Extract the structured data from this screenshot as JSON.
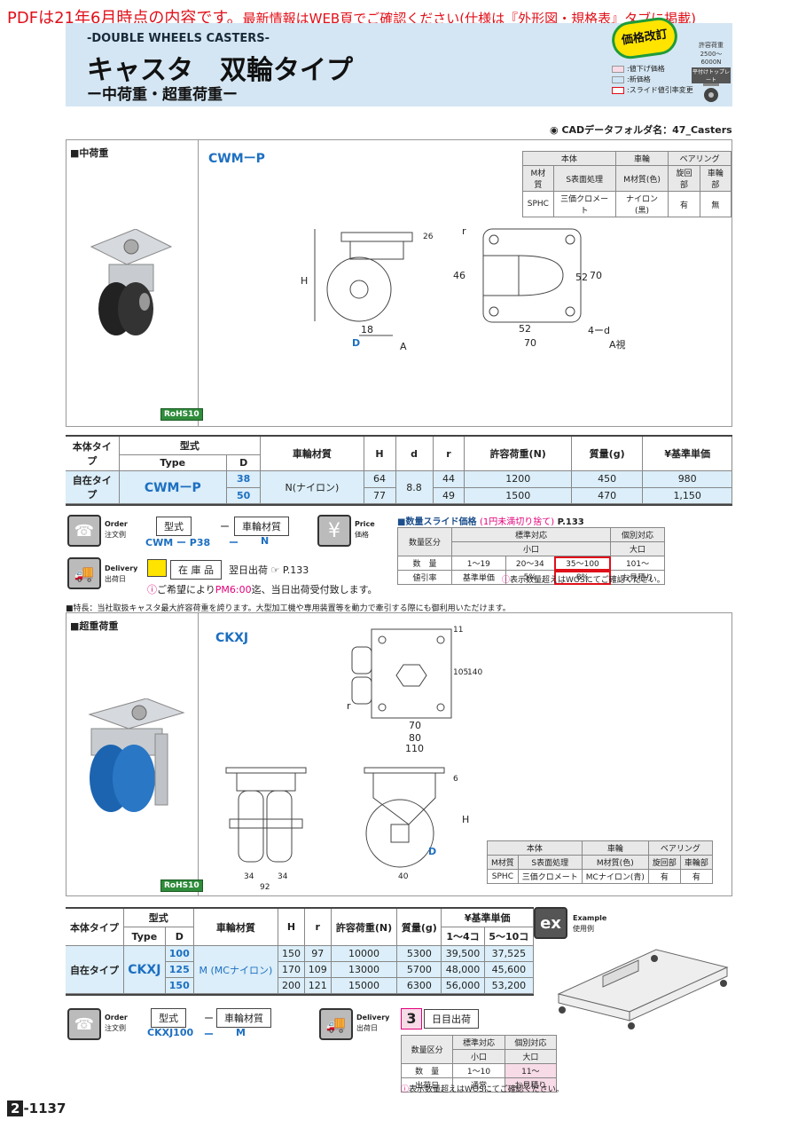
{
  "top_note": {
    "main": "PDFは21年6月時点の内容です。",
    "rest": "最新情報はWEB頁でご確認ください(仕様は『外形図・規格表』タブに掲載)"
  },
  "header": {
    "en": "-DOUBLE WHEELS CASTERS-",
    "jp": "キャスタ　双輪タイプ",
    "sub": "ー中荷重・超重荷重ー"
  },
  "badge": "価格改訂",
  "legend": [
    {
      "label": ":値下げ価格",
      "color": "#f7dbe6"
    },
    {
      "label": ":新価格",
      "color": "#cfe6f6"
    },
    {
      "label": ":スライド値引率変更",
      "color": "#ffffff"
    }
  ],
  "thumb": {
    "l1": "許容荷重",
    "l2": "2500〜",
    "l3": "6000N",
    "pill": "平付けトップレート"
  },
  "cad": "CADデータフォルダ名：47_Casters",
  "s1": {
    "label": "■中荷重",
    "model": "CWMーP",
    "rohs": "RoHS10",
    "spec_head": [
      "本体",
      "車輪",
      "ベアリング"
    ],
    "spec_sub": [
      "M材質",
      "S表面処理",
      "M材質(色)",
      "旋回部",
      "車輪部"
    ],
    "spec_row": [
      "SPHC",
      "三価クロメート",
      "ナイロン(黒)",
      "有",
      "無"
    ],
    "dims": {
      "h": "H",
      "d": "D",
      "d18": "18",
      "a": "A",
      "d26": "26",
      "d46": "46",
      "d52v": "52",
      "d70v": "70",
      "d52h": "52",
      "d70h": "70",
      "r": "r",
      "holes": "4ーd",
      "view": "A視"
    },
    "table_head": [
      "本体タイプ",
      "型式",
      "Type",
      "D",
      "車輪材質",
      "H",
      "d",
      "r",
      "許容荷重(N)",
      "質量(g)",
      "¥基準単価"
    ],
    "type_label": "自在タイプ",
    "type_code": "CWMーP",
    "material": "N(ナイロン)",
    "d_common": "8.8",
    "rows": [
      {
        "D": "38",
        "H": "64",
        "r": "44",
        "load": "1200",
        "mass": "450",
        "price": "980"
      },
      {
        "D": "50",
        "H": "77",
        "r": "49",
        "load": "1500",
        "mass": "470",
        "price": "1,150"
      }
    ]
  },
  "order1": {
    "label": "Order",
    "label_jp": "注文例",
    "h1": "型式",
    "dash": "ー",
    "h2": "車輪材質",
    "v1": "CWM ー P38",
    "dash2": "ー",
    "v2": "N"
  },
  "price1": {
    "label": "Price",
    "label_jp": "価格",
    "title": "■数量スライド価格",
    "note": "(1円未満切り捨て)",
    "page": "P.133",
    "head_a": "数量区分",
    "head_b": "標準対応",
    "head_b2": "小口",
    "head_c": "個別対応",
    "head_c2": "大口",
    "row1_label": "数　量",
    "row1": [
      "1〜19",
      "20〜34",
      "35〜100",
      "101〜"
    ],
    "row2_label": "値引率",
    "row2": [
      "基準単価",
      "5%",
      "8%",
      "お見積り"
    ],
    "foot": "表示数量超えはWOSにてご確認ください。"
  },
  "delivery1": {
    "label": "Delivery",
    "label_jp": "出荷日",
    "stock": "在 庫 品",
    "text": "翌日出荷",
    "page": "P.133",
    "pm_a": "ご希望により",
    "pm_b": "PM6:00",
    "pm_c": "迄、当日出荷受付致します。"
  },
  "feature": "■特長：当社取扱キャスタ最大許容荷重を誇ります。大型加工機や専用装置等を動力で牽引する際にも御利用いただけます。",
  "s2": {
    "label": "■超重荷重",
    "model": "CKXJ",
    "rohs": "RoHS10",
    "dims": {
      "d11": "11",
      "d105": "105",
      "d140": "140",
      "d70": "70",
      "d80": "80",
      "d110": "110",
      "r": "r",
      "d6": "6",
      "h": "H",
      "d40": "40",
      "d34a": "34",
      "d34b": "34",
      "d92": "92",
      "d": "D"
    },
    "spec_head": [
      "本体",
      "車輪",
      "ベアリング"
    ],
    "spec_sub": [
      "M材質",
      "S表面処理",
      "M材質(色)",
      "旋回部",
      "車輪部"
    ],
    "spec_row": [
      "SPHC",
      "三価クロメート",
      "MCナイロン(青)",
      "有",
      "有"
    ],
    "table_head": [
      "本体タイプ",
      "型式",
      "Type",
      "D",
      "車輪材質",
      "H",
      "r",
      "許容荷重(N)",
      "質量(g)",
      "¥基準単価",
      "1〜4コ",
      "5〜10コ"
    ],
    "type_label": "自在タイプ",
    "type_code": "CKXJ",
    "material": "M (MCナイロン)",
    "rows": [
      {
        "D": "100",
        "H": "150",
        "r": "97",
        "load": "10000",
        "mass": "5300",
        "p1": "39,500",
        "p2": "37,525"
      },
      {
        "D": "125",
        "H": "170",
        "r": "109",
        "load": "13000",
        "mass": "5700",
        "p1": "48,000",
        "p2": "45,600"
      },
      {
        "D": "150",
        "H": "200",
        "r": "121",
        "load": "15000",
        "mass": "6300",
        "p1": "56,000",
        "p2": "53,200"
      }
    ]
  },
  "example": {
    "icon": "ex",
    "label": "Example",
    "label_jp": "使用例"
  },
  "order2": {
    "label": "Order",
    "label_jp": "注文例",
    "h1": "型式",
    "dash": "ー",
    "h2": "車輪材質",
    "v1": "CKXJ100",
    "dash2": "ー",
    "v2": "M"
  },
  "delivery2": {
    "label": "Delivery",
    "label_jp": "出荷日",
    "days": "3",
    "days_text": "日目出荷",
    "head_a": "数量区分",
    "head_b": "標準対応",
    "head_b2": "小口",
    "head_c": "個別対応",
    "head_c2": "大口",
    "row1_label": "数　量",
    "row1": [
      "1〜10",
      "11〜"
    ],
    "row2_label": "出荷日",
    "row2": [
      "通常",
      "お見積り"
    ],
    "foot": "表示数量超えはWOSにてご確認ください。"
  },
  "page": {
    "chapter": "2",
    "num": "-1137"
  }
}
